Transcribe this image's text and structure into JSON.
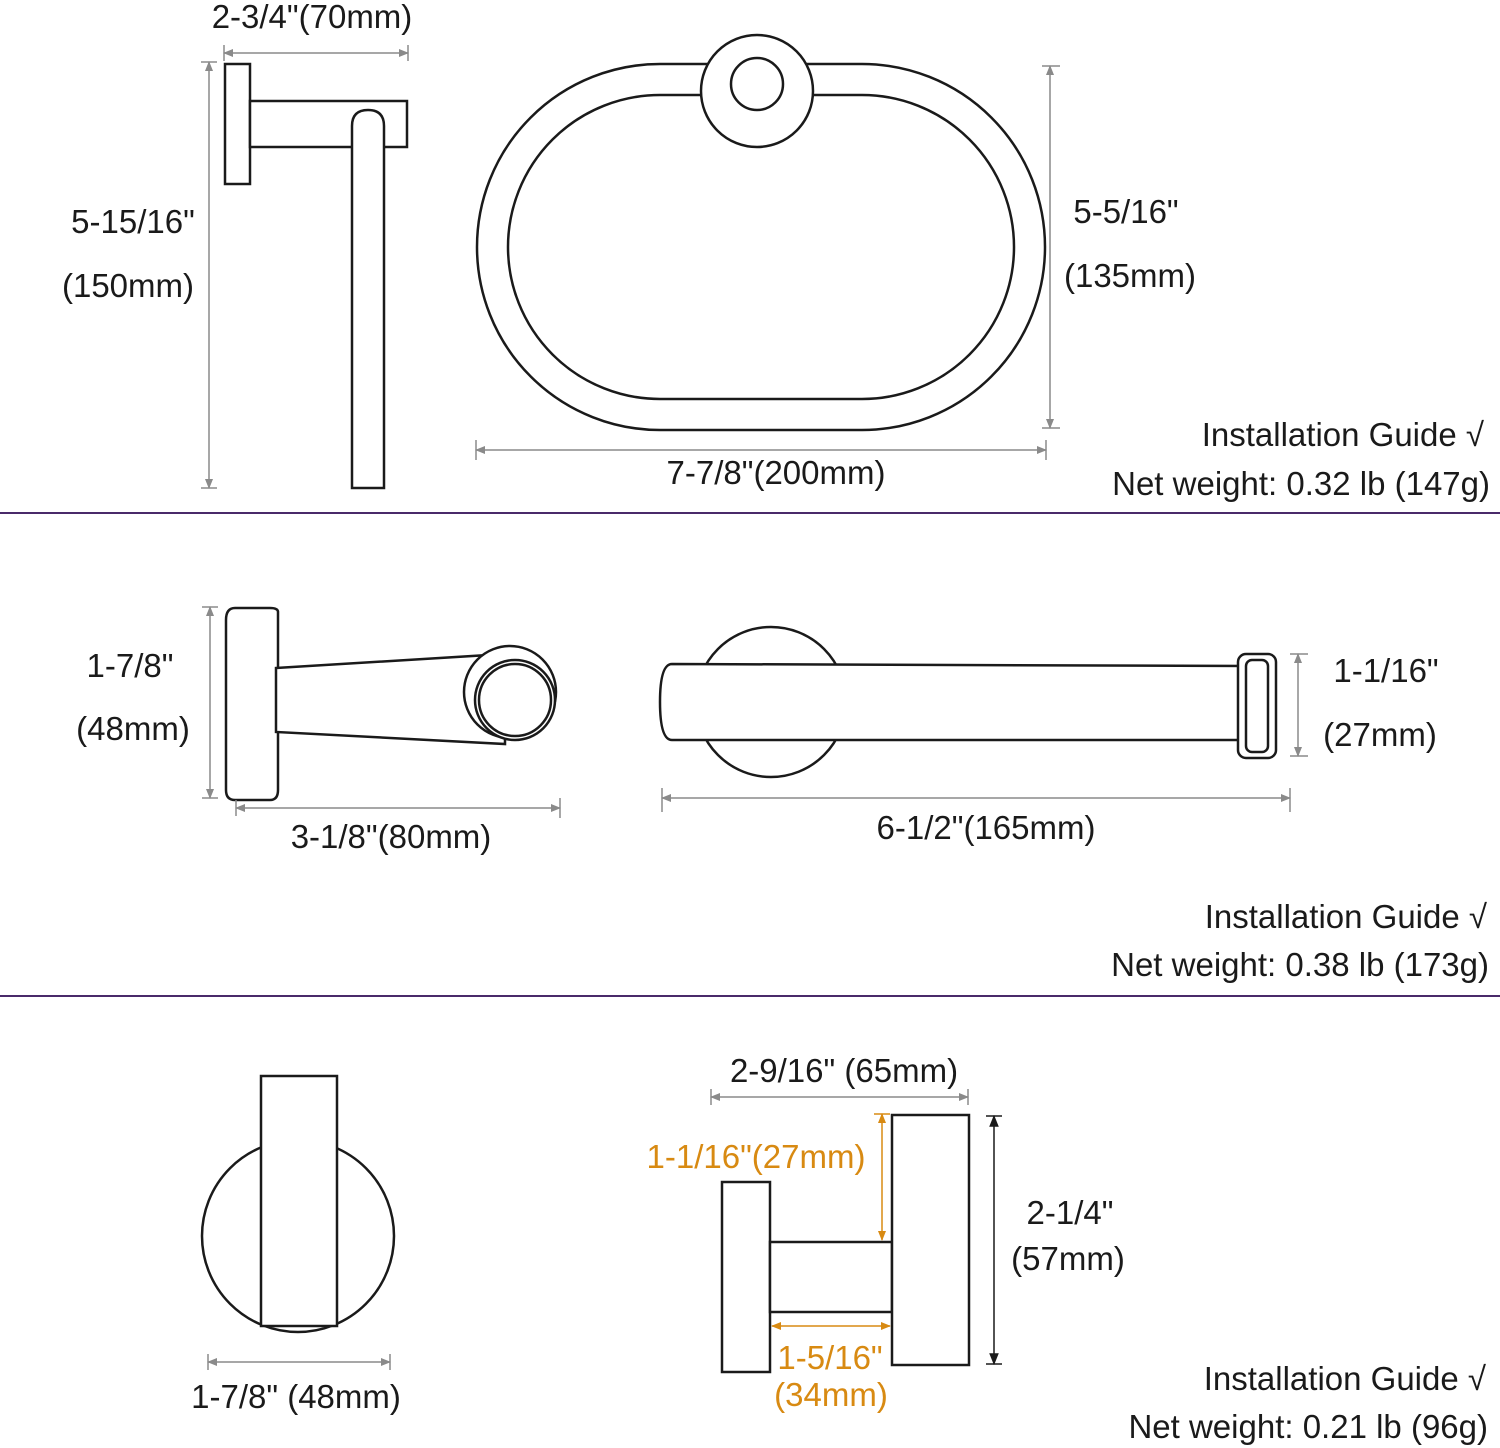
{
  "colors": {
    "line": "#1a1a1a",
    "dimension": "#8a8a8a",
    "highlight": "#d88a12",
    "separator": "#4a2a6a",
    "background": "#ffffff"
  },
  "section1": {
    "side_width": "2-3/4\"(70mm)",
    "side_height_in": "5-15/16\"",
    "side_height_mm": "(150mm)",
    "ring_height_in": "5-5/16\"",
    "ring_height_mm": "(135mm)",
    "ring_width": "7-7/8\"(200mm)",
    "install": "Installation Guide √",
    "weight": "Net weight: 0.32 lb (147g)"
  },
  "section2": {
    "side_height_in": "1-7/8\"",
    "side_height_mm": "(48mm)",
    "side_width": "3-1/8\"(80mm)",
    "front_height_in": "1-1/16\"",
    "front_height_mm": "(27mm)",
    "front_width": "6-1/2\"(165mm)",
    "install": "Installation Guide √",
    "weight": "Net weight: 0.38 lb (173g)"
  },
  "section3": {
    "front_width": "1-7/8\" (48mm)",
    "side_width": "2-9/16\" (65mm)",
    "hook_height": "1-1/16\"(27mm)",
    "total_height_in": "2-1/4\"",
    "total_height_mm": "(57mm)",
    "depth_in": "1-5/16\"",
    "depth_mm": "(34mm)",
    "install": "Installation Guide √",
    "weight": "Net weight: 0.21 lb (96g)"
  }
}
